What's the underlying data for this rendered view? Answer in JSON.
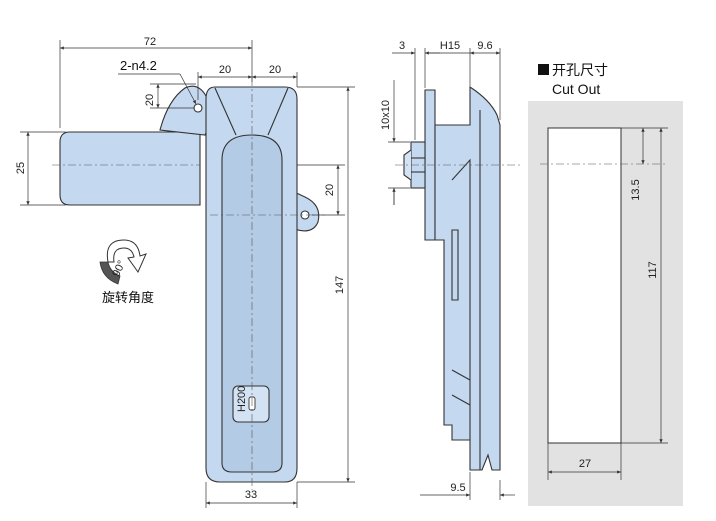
{
  "cutout": {
    "title_cn": "开孔尺寸",
    "title_en": "Cut Out",
    "dim_width": "27",
    "dim_height": "117",
    "dim_offset": "13.5"
  },
  "front_view": {
    "dim_total_width": "72",
    "dim_holes": "2-n4.2",
    "dim_left_20": "20",
    "dim_right_20": "20",
    "dim_hole_offset": "20",
    "dim_handle_25": "25",
    "dim_side_20": "20",
    "dim_height": "147",
    "dim_body_width": "33",
    "rotation_angle": "90°",
    "rotation_label": "旋转角度",
    "key_code": "H200"
  },
  "side_view": {
    "dim_3": "3",
    "dim_h15": "H15",
    "dim_9_6": "9.6",
    "dim_10x10": "10x10",
    "dim_9_5": "9.5"
  },
  "colors": {
    "body_fill": "#c4d8ef",
    "cutout_fill": "#e2e2e2",
    "line": "#333333"
  }
}
